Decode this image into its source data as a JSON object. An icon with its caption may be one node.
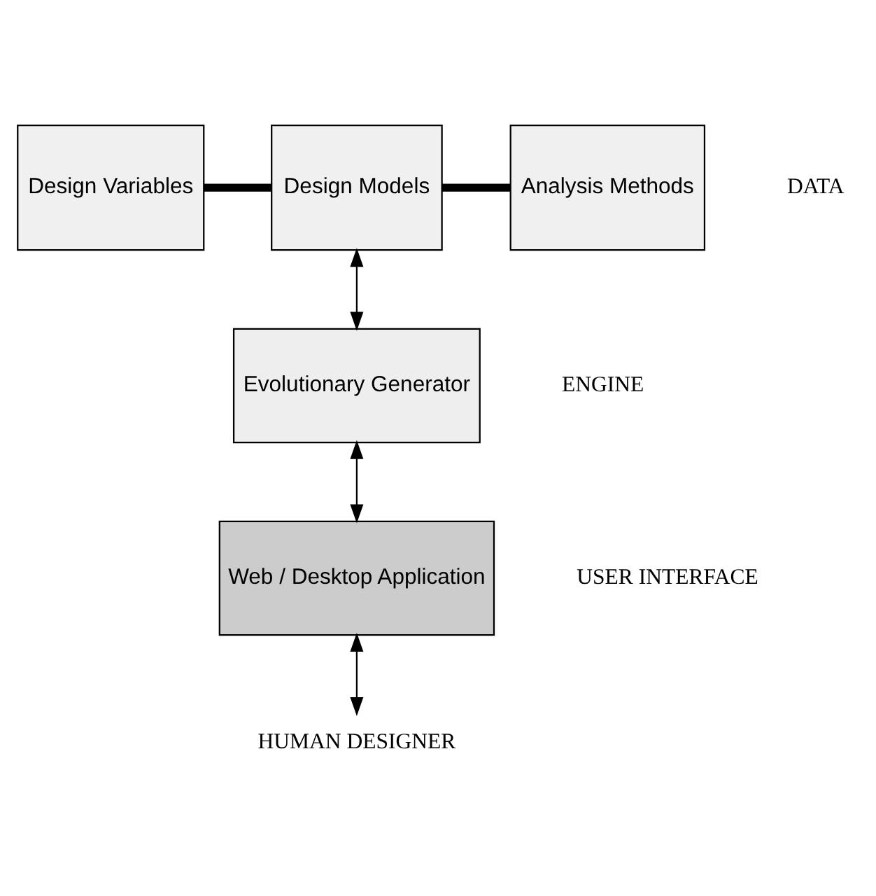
{
  "diagram": {
    "nodes": [
      {
        "text": [
          "Design Variables"
        ]
      },
      {
        "text": [
          "Design Models"
        ]
      },
      {
        "text": [
          "Analysis Methods"
        ]
      },
      {
        "text": [
          "Evolutionary Generator"
        ]
      },
      {
        "text": [
          "Web / Desktop Application"
        ]
      },
      {
        "text": [
          "HUMAN DESIGNER"
        ]
      }
    ],
    "edges": [
      {
        "from": 0,
        "to": 1,
        "arrow": "none",
        "style": "thick"
      },
      {
        "from": 1,
        "to": 2,
        "arrow": "none",
        "style": "thick"
      },
      {
        "from": 1,
        "to": 3,
        "arrow": "both"
      },
      {
        "from": 3,
        "to": 4,
        "arrow": "both"
      },
      {
        "from": 4,
        "to": 5,
        "arrow": "both"
      }
    ],
    "labels": [
      "DATA",
      "ENGINE",
      "USER INTERFACE"
    ]
  }
}
